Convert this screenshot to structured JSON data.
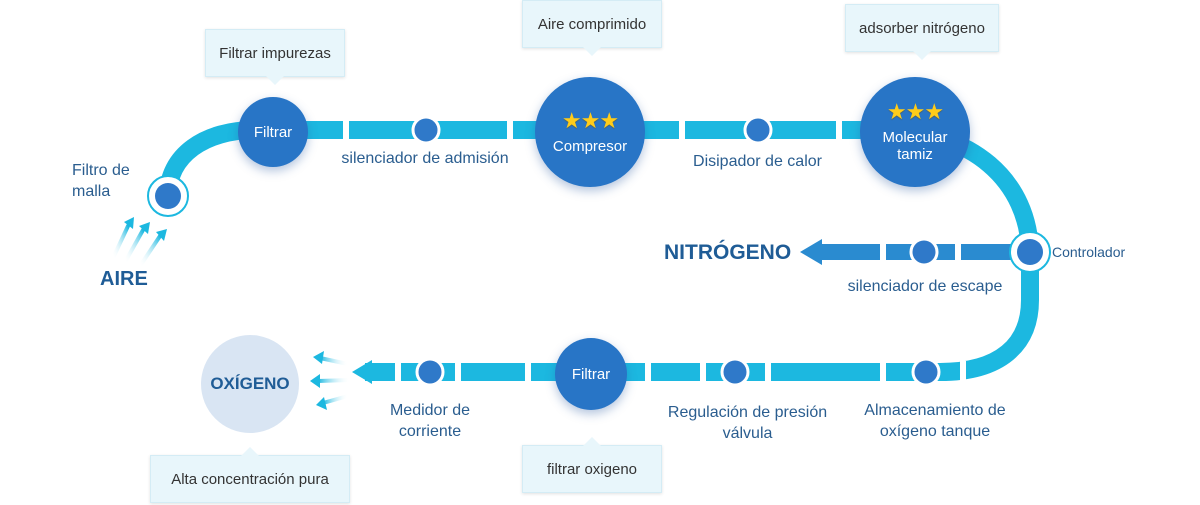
{
  "colors": {
    "track": "#1cb8e0",
    "node": "#2f79c9",
    "circle": "#2875c6",
    "text": "#2a5d8f",
    "oxygen_bg": "#d9e5f3",
    "callout_bg": "#e8f6fb"
  },
  "input": {
    "label": "AIRE"
  },
  "nodes": {
    "filtro_malla": "Filtro de\nmalla",
    "filtrar_top": "Filtrar",
    "silenciador_admision": "silenciador de admisión",
    "compresor": "Compresor",
    "disipador": "Disipador de calor",
    "molecular": "Molecular\ntamiz",
    "controlador": "Controlador",
    "silenciador_escape": "silenciador de escape",
    "almacenamiento": "Almacenamiento de\noxígeno tanque",
    "regulacion": "Regulación de presión\nválvula",
    "filtrar_bottom": "Filtrar",
    "medidor": "Medidor de\ncorriente"
  },
  "outputs": {
    "nitrogeno": "NITRÓGENO",
    "oxigeno": "OXÍGENO"
  },
  "stars": "★★★",
  "callouts": {
    "filtrar_impurezas": "Filtrar impurezas",
    "aire_comprimido": "Aire comprimido",
    "adsorber_nitrogeno": "adsorber nitrógeno",
    "filtrar_oxigeno": "filtrar oxigeno",
    "alta_concentracion": "Alta concentración pura"
  }
}
